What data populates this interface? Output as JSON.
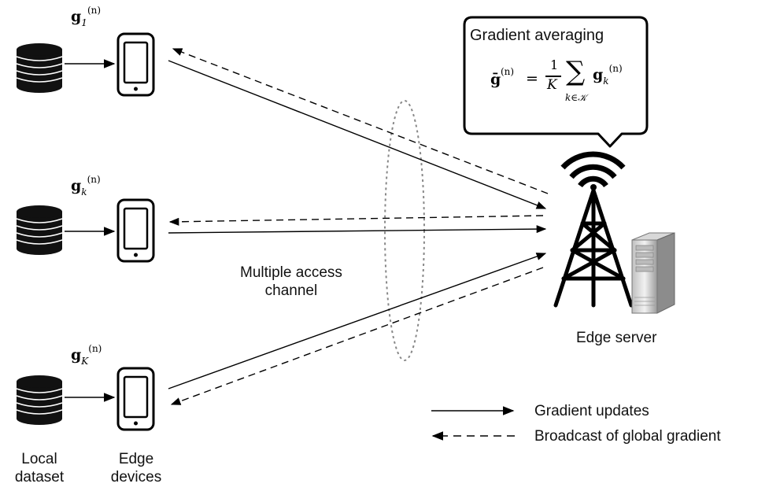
{
  "gradients": {
    "g1": {
      "base": "g",
      "sub": "1",
      "sup": "(n)"
    },
    "gk": {
      "base": "g",
      "sub": "k",
      "sup": "(n)"
    },
    "gK": {
      "base": "g",
      "sub": "K",
      "sup": "(n)"
    }
  },
  "bubble": {
    "title": "Gradient averaging",
    "formula": {
      "lhs": "ḡ",
      "lhs_sup": "(n)",
      "equals": "=",
      "frac_num": "1",
      "frac_den": "K",
      "sum": "∑",
      "sum_sub": "k∈𝒦",
      "term": "g",
      "term_sub": "k",
      "term_sup": "(n)"
    }
  },
  "labels": {
    "channel": "Multiple access\nchannel",
    "server": "Edge server",
    "local_dataset": "Local\ndataset",
    "edge_devices": "Edge\ndevices"
  },
  "legend": {
    "solid": "Gradient updates",
    "dashed": "Broadcast of global gradient"
  }
}
